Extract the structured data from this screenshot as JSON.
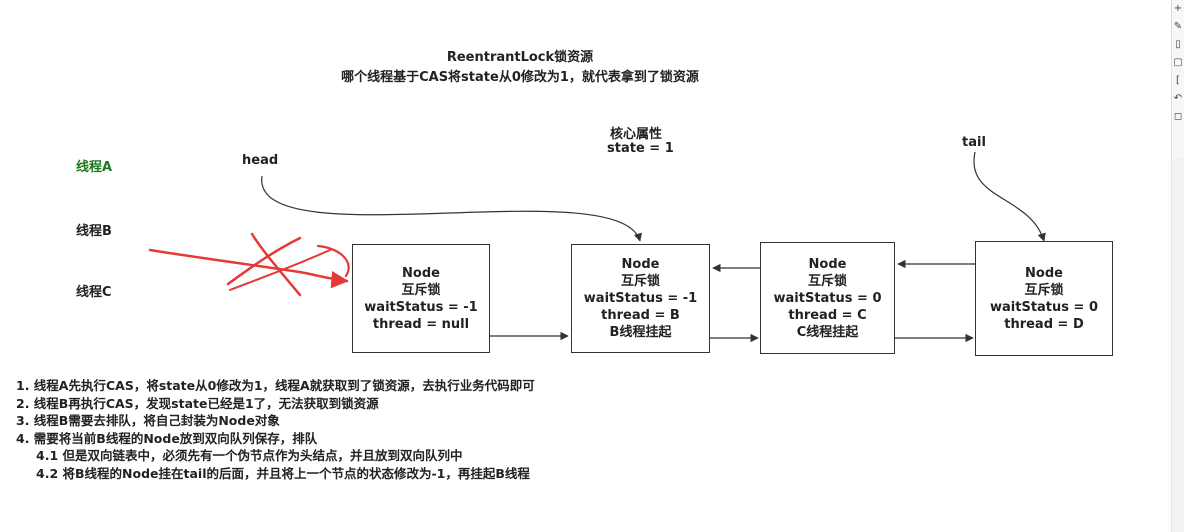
{
  "title": {
    "line1": "ReentrantLock锁资源",
    "line2": "哪个线程基于CAS将state从0修改为1，就代表拿到了锁资源"
  },
  "core": {
    "label": "核心属性",
    "state": "state = 1"
  },
  "pointers": {
    "head": "head",
    "tail": "tail"
  },
  "threads": [
    "线程A",
    "线程B",
    "线程C"
  ],
  "nodes": [
    {
      "lines": [
        "Node",
        "互斥锁",
        "waitStatus = -1",
        "thread = null"
      ]
    },
    {
      "lines": [
        "Node",
        "互斥锁",
        "waitStatus = -1",
        "thread = B",
        "B线程挂起"
      ]
    },
    {
      "lines": [
        "Node",
        "互斥锁",
        "waitStatus = 0",
        "thread = C",
        "C线程挂起"
      ]
    },
    {
      "lines": [
        "Node",
        "互斥锁",
        "waitStatus = 0",
        "thread = D"
      ]
    }
  ],
  "notes": [
    "1. 线程A先执行CAS，将state从0修改为1，线程A就获取到了锁资源，去执行业务代码即可",
    "2. 线程B再执行CAS，发现state已经是1了，无法获取到锁资源",
    "3. 线程B需要去排队，将自己封装为Node对象",
    "4. 需要将当前B线程的Node放到双向队列保存，排队",
    "4.1 但是双向链表中，必须先有一个伪节点作为头结点，并且放到双向队列中",
    "4.2 将B线程的Node挂在tail的后面，并且将上一个节点的状态修改为-1，再挂起B线程"
  ],
  "annotation_plus": "+",
  "colors": {
    "accent_green": "#1f7a1f",
    "scribble_red": "#e53935",
    "line": "#333333"
  },
  "toolbar_icons": [
    "plus-icon",
    "brush-icon",
    "note-icon",
    "frame-icon",
    "bracket-icon",
    "undo-icon",
    "shape-icon"
  ]
}
